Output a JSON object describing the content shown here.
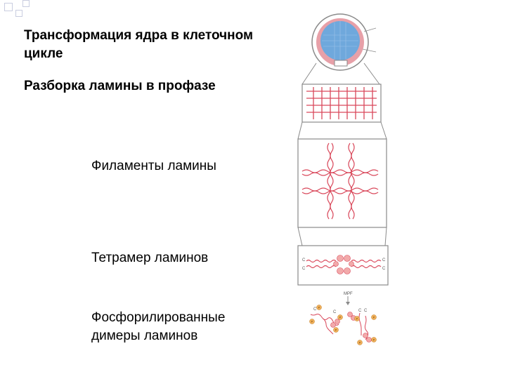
{
  "slide": {
    "title": "Трансформация ядра в клеточном цикле",
    "subtitle": "Разборка ламины в профазе"
  },
  "labels": {
    "filaments": "Филаменты ламины",
    "tetramer": "Тетрамер ламинов",
    "phosphorylated": "Фосфорилированные димеры ламинов"
  },
  "figure": {
    "enzyme_label": "MPF",
    "c_terminus": "C",
    "phosphate": "P"
  },
  "colors": {
    "lamin": "#d9475a",
    "nucleus_blue": "#6fa8dc",
    "nucleus_rim": "#e7a0a8",
    "sphere": "#f2aaaa",
    "phosphate": "#f0b05a",
    "frame": "#8a8a8a",
    "bullet_border": "#c9cde0"
  }
}
